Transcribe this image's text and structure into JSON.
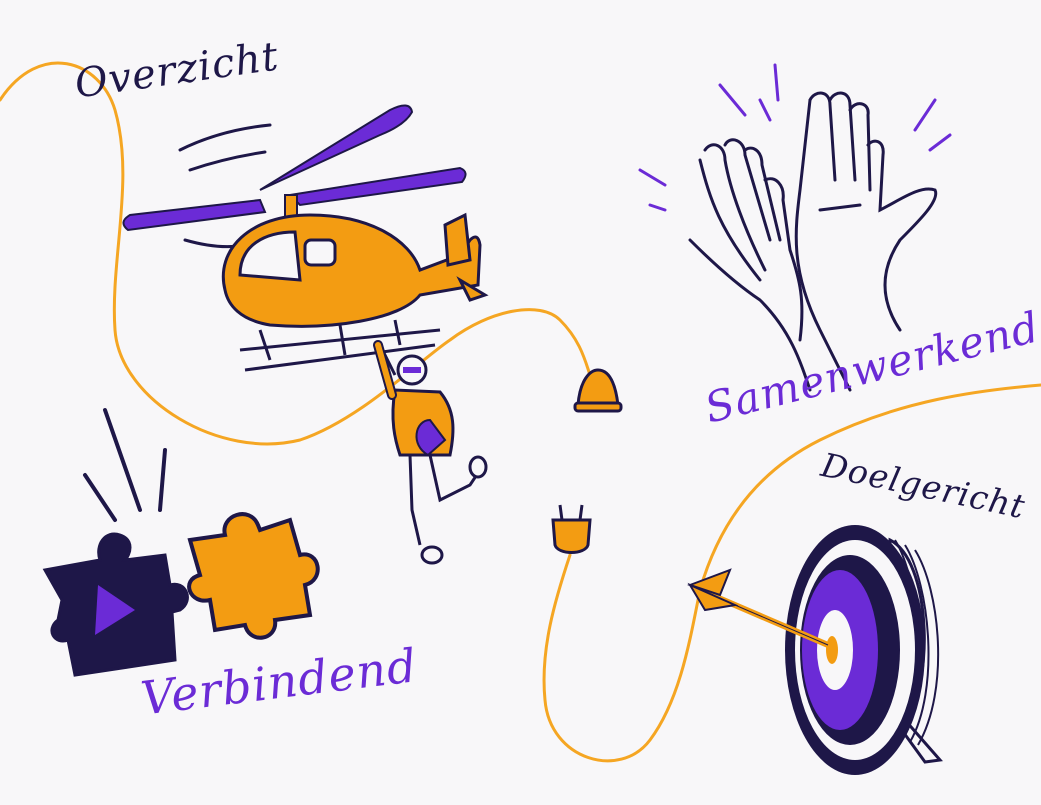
{
  "labels": {
    "overzicht": "Overzicht",
    "samenwerkend": "Samenwerkend",
    "doelgericht": "Doelgericht",
    "verbindend": "Verbindend"
  },
  "colors": {
    "background": "#f8f7f9",
    "orange": "#f39c12",
    "purple": "#6b2bd6",
    "navy": "#1e1748",
    "line": "#f5a623"
  },
  "icons": [
    "helicopter-icon",
    "hanging-person-icon",
    "bell-icon",
    "plug-icon",
    "high-five-hands-icon",
    "puzzle-pieces-icon",
    "target-icon",
    "arrow-icon"
  ]
}
